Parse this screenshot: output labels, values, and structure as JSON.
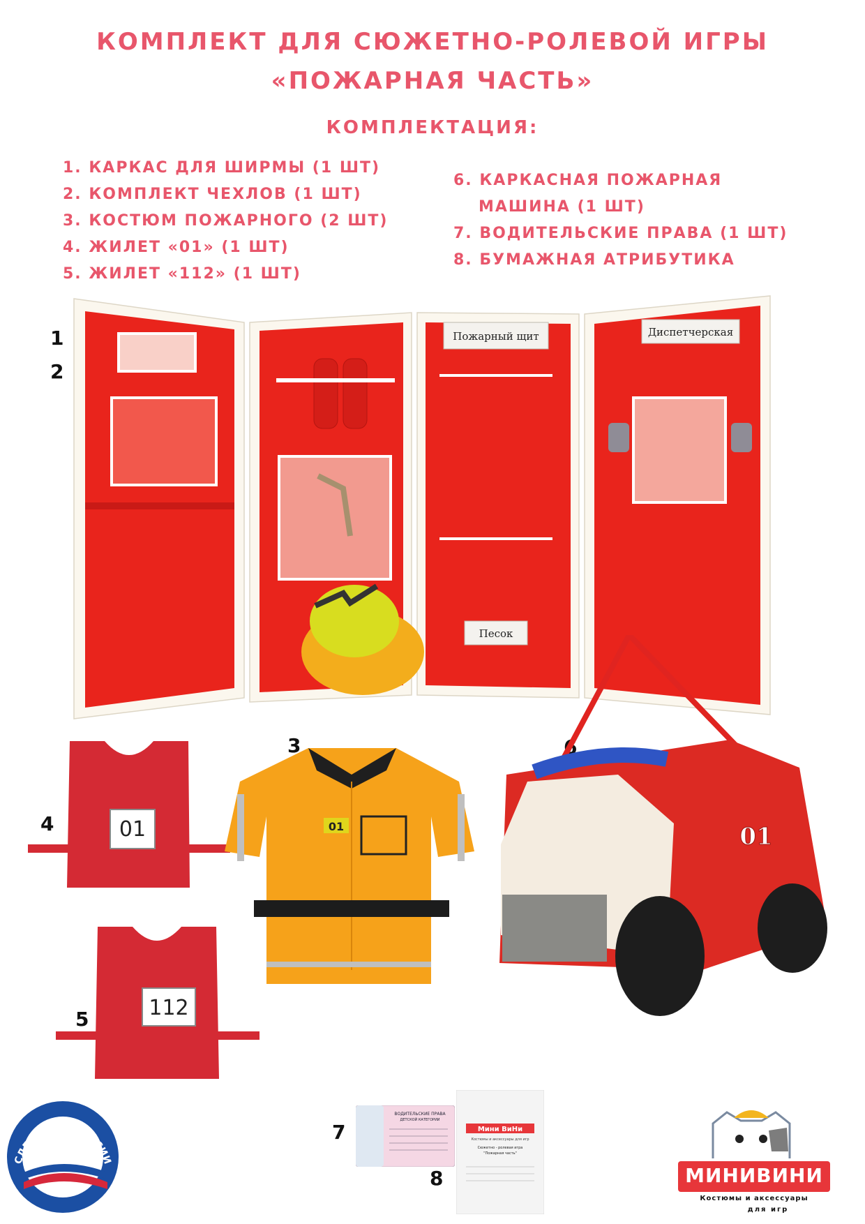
{
  "header": {
    "title_line1": "КОМПЛЕКТ ДЛЯ СЮЖЕТНО-РОЛЕВОЙ ИГРЫ",
    "title_line2": "«ПОЖАРНАЯ ЧАСТЬ»",
    "subtitle": "КОМПЛЕКТАЦИЯ:"
  },
  "items_left": [
    "1. КАРКАС ДЛЯ ШИРМЫ (1 ШТ)",
    "2. КОМПЛЕКТ ЧЕХЛОВ (1 ШТ)",
    "3. КОСТЮМ ПОЖАРНОГО (2 ШТ)",
    "4. ЖИЛЕТ «01» (1 ШТ)",
    "5. ЖИЛЕТ «112» (1 ШТ)"
  ],
  "items_right": [
    "6. КАРКАСНАЯ ПОЖАРНАЯ",
    "МАШИНА (1 ШТ)",
    "7. ВОДИТЕЛЬСКИЕ ПРАВА (1 ШТ)",
    "8. БУМАЖНАЯ АТРИБУТИКА"
  ],
  "numbers": {
    "n1": "1",
    "n2": "2",
    "n3": "3",
    "n4": "4",
    "n5": "5",
    "n6": "6",
    "n7": "7",
    "n8": "8"
  },
  "screen_labels": {
    "shield": "Пожарный щит",
    "dispatch": "Диспетчерская",
    "sand": "Песок"
  },
  "vest1_number": "01",
  "vest2_number": "112",
  "jacket_badge": "01",
  "truck_number": "01",
  "license": {
    "title_line1": "ВОДИТЕЛЬСКИЕ ПРАВА",
    "title_line2": "ДЕТСКОЙ КАТЕГОРИИ"
  },
  "paper_card": {
    "brand": "Мини ВиНи",
    "tagline": "Костюмы и аксессуары для игр",
    "line1": "Сюжетно - ролевая игра",
    "line2": "\"Пожарная часть\""
  },
  "badge_russia": "СДЕЛАНО В РОССИИ",
  "brand": {
    "name": "МИНИВИНИ",
    "tagline_line1": "Костюмы и аксессуары",
    "tagline_line2": "для игр"
  },
  "colors": {
    "accent": "#e8566b",
    "fabric_red": "#e9241c",
    "frame_white": "#fbf7ee",
    "jacket_orange": "#f6a21a",
    "vest_red": "#d42a34"
  }
}
